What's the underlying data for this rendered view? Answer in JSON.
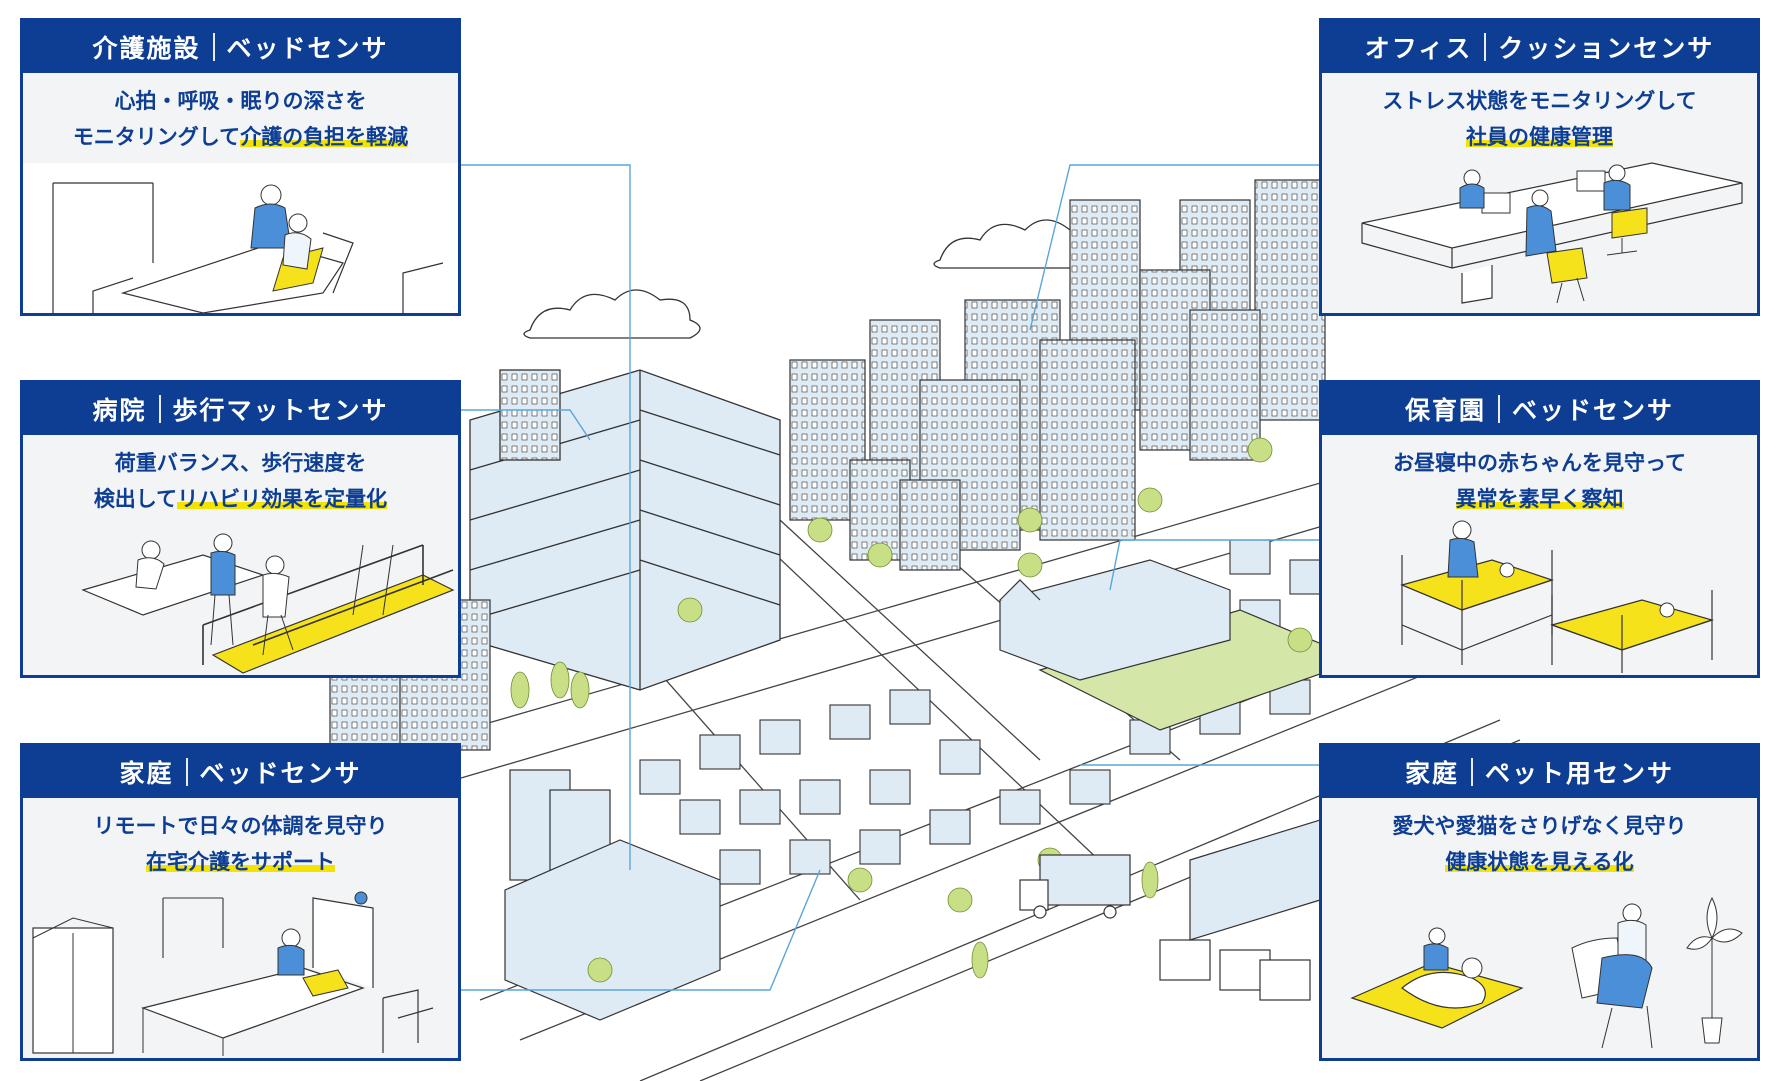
{
  "cards": {
    "care_facility": {
      "place": "介護施設",
      "sensor": "ベッドセンサ",
      "line1": "心拍・呼吸・眠りの深さを",
      "line2_plain": "モニタリングして",
      "line2_highlight": "介護の負担を軽減"
    },
    "office": {
      "place": "オフィス",
      "sensor": "クッションセンサ",
      "line1": "ストレス状態をモニタリングして",
      "line2_plain": "",
      "line2_highlight": "社員の健康管理"
    },
    "hospital": {
      "place": "病院",
      "sensor": "歩行マットセンサ",
      "line1": "荷重バランス、歩行速度を",
      "line2_plain": "検出して",
      "line2_highlight": "リハビリ効果を定量化"
    },
    "nursery": {
      "place": "保育園",
      "sensor": "ベッドセンサ",
      "line1": "お昼寝中の赤ちゃんを見守って",
      "line2_plain": "",
      "line2_highlight": "異常を素早く察知"
    },
    "home_bed": {
      "place": "家庭",
      "sensor": "ベッドセンサ",
      "line1": "リモートで日々の体調を見守り",
      "line2_plain": "",
      "line2_highlight": "在宅介護をサポート"
    },
    "home_pet": {
      "place": "家庭",
      "sensor": "ペット用センサ",
      "line1": "愛犬や愛猫をさりげなく見守り",
      "line2_plain": "",
      "line2_highlight": "健康状態を見える化"
    }
  },
  "colors": {
    "brand_blue": "#0d3e94",
    "highlight_yellow": "#f4e200",
    "sensor_yellow": "#f6e21a",
    "building_fill": "#deebf5",
    "tree_green": "#c8df86",
    "line_blue": "#5aa6d9",
    "card_bg": "#f3f4f5"
  }
}
